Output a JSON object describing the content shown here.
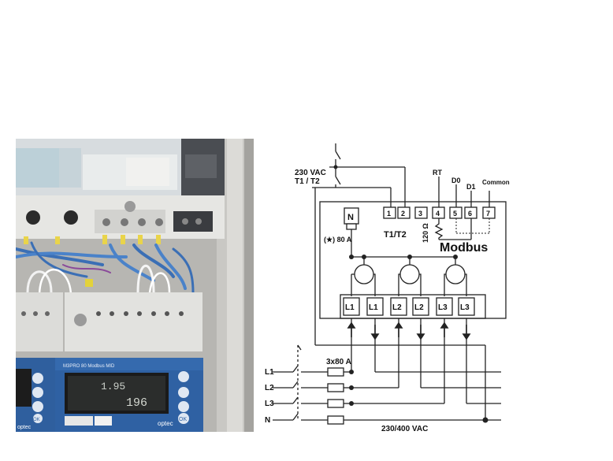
{
  "photo": {
    "left_meter": {
      "button_label": "OK",
      "brand": "optec"
    },
    "right_meter": {
      "model_text": "M3PRO 80 Modbus MID",
      "display_value_1": "1.95",
      "display_value_2": "196",
      "brand": "optec",
      "button_label": "OK"
    }
  },
  "diagram": {
    "supply_label_top": "230 VAC",
    "tariff_label": "T1 / T2",
    "neutral_box": "N",
    "fuse_note": "(★)  80 A",
    "terminals": [
      "1",
      "2",
      "3",
      "4",
      "5",
      "6",
      "7"
    ],
    "terminal_t1t2": "T1/T2",
    "resistor": "120 Ω",
    "rt": "RT",
    "d0": "D0",
    "d1": "D1",
    "common": "Common",
    "modbus": "Modbus",
    "phase_terminals": [
      "L1",
      "L1",
      "L2",
      "L2",
      "L3",
      "L3"
    ],
    "lines": [
      "L1",
      "L2",
      "L3",
      "N"
    ],
    "fuses": "3x80 A",
    "supply_label_bottom": "230/400 VAC"
  }
}
